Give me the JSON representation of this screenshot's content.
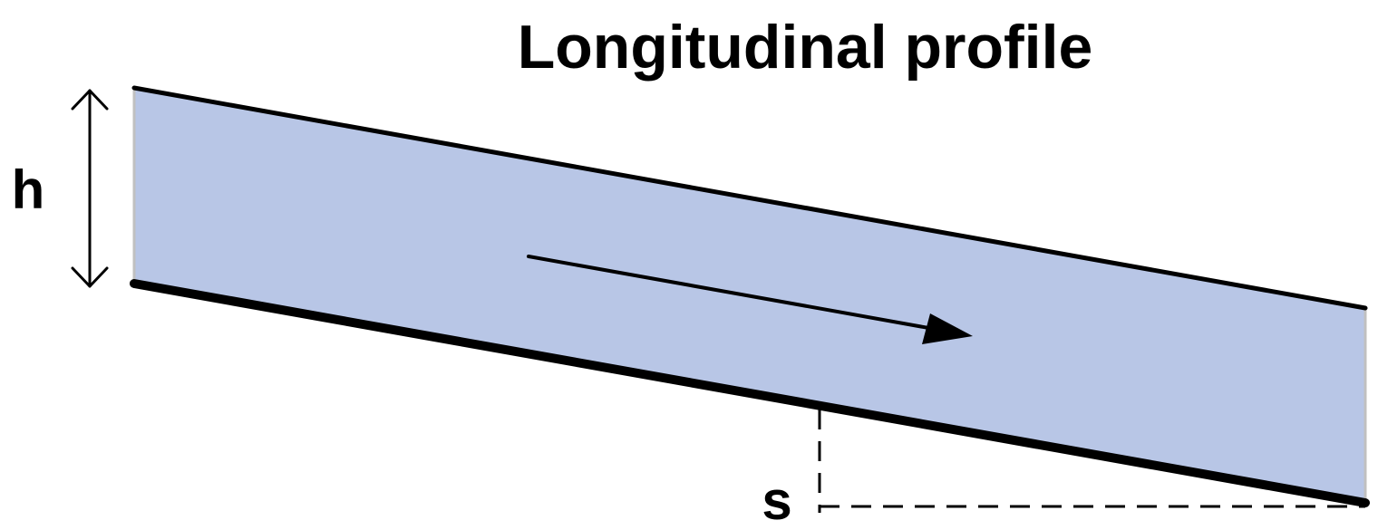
{
  "diagram": {
    "title": "Longitudinal profile",
    "depth_label": "h",
    "slope_label": "s"
  },
  "colors": {
    "water": "#b8c6e6",
    "line": "#000000",
    "edge": "#c0c0c0",
    "background": "#ffffff"
  }
}
